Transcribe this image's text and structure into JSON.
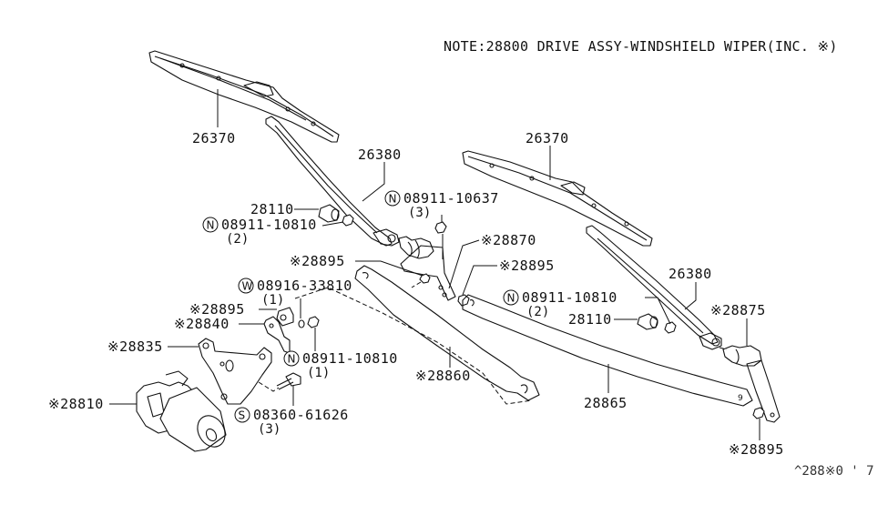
{
  "note": "NOTE:28800 DRIVE ASSY-WINDSHIELD WIPER(INC. ※)",
  "diagram_code": "^288※0 ' 7",
  "callouts": [
    {
      "id": "blade-left",
      "part": "26370"
    },
    {
      "id": "blade-right",
      "part": "26370"
    },
    {
      "id": "arm-left",
      "part": "26380"
    },
    {
      "id": "arm-right",
      "part": "26380"
    },
    {
      "id": "cap-left",
      "part": "28110"
    },
    {
      "id": "cap-right",
      "part": "28110"
    },
    {
      "id": "nut-left-arm",
      "prefix": "N",
      "part": "08911-10810",
      "qty": "(2)"
    },
    {
      "id": "nut-pivot",
      "prefix": "N",
      "part": "08911-10637",
      "qty": "(3)"
    },
    {
      "id": "pivot-left",
      "part": "※28870"
    },
    {
      "id": "bush-a",
      "part": "※28895"
    },
    {
      "id": "bush-b",
      "part": "※28895"
    },
    {
      "id": "washer",
      "prefix": "W",
      "part": "08916-33810",
      "qty": "(1)"
    },
    {
      "id": "bush-c",
      "part": "※28895"
    },
    {
      "id": "bracket-plate",
      "part": "※28840"
    },
    {
      "id": "motor-bracket",
      "part": "※28835"
    },
    {
      "id": "nut-motor",
      "prefix": "N",
      "part": "08911-10810",
      "qty": "(1)"
    },
    {
      "id": "link-1",
      "part": "※28860"
    },
    {
      "id": "motor",
      "part": "※28810"
    },
    {
      "id": "screw",
      "prefix": "S",
      "part": "08360-61626",
      "qty": "(3)"
    },
    {
      "id": "nut-right-arm",
      "prefix": "N",
      "part": "08911-10810",
      "qty": "(2)"
    },
    {
      "id": "pivot-right",
      "part": "※28875"
    },
    {
      "id": "link-2",
      "part": "28865"
    },
    {
      "id": "bush-d",
      "part": "※28895"
    }
  ]
}
